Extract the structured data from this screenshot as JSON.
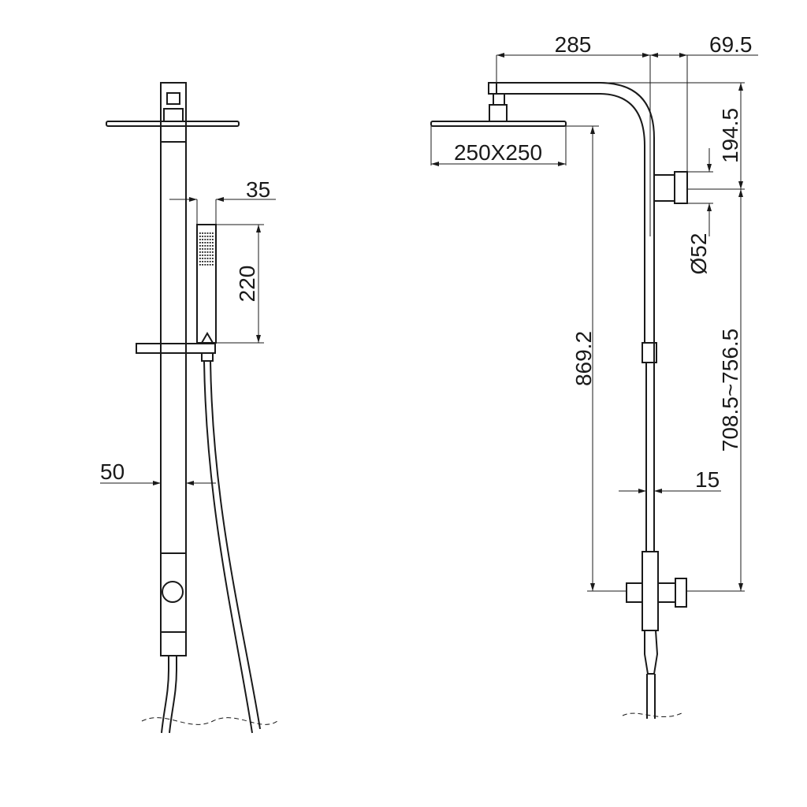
{
  "diagram": {
    "title": "Shower column dimension drawing",
    "left_view": {
      "dim_hand_shower_width": "35",
      "dim_hand_shower_length": "220",
      "dim_column_width": "50"
    },
    "right_view": {
      "dim_arm_reach": "285",
      "dim_wall_offset": "69.5",
      "dim_head_size": "250X250",
      "dim_arm_height": "194.5",
      "dim_flange_diameter": "Ø52",
      "dim_total_height": "869.2",
      "dim_adjust_range": "708.5~756.5",
      "dim_pipe_diameter": "15"
    }
  }
}
